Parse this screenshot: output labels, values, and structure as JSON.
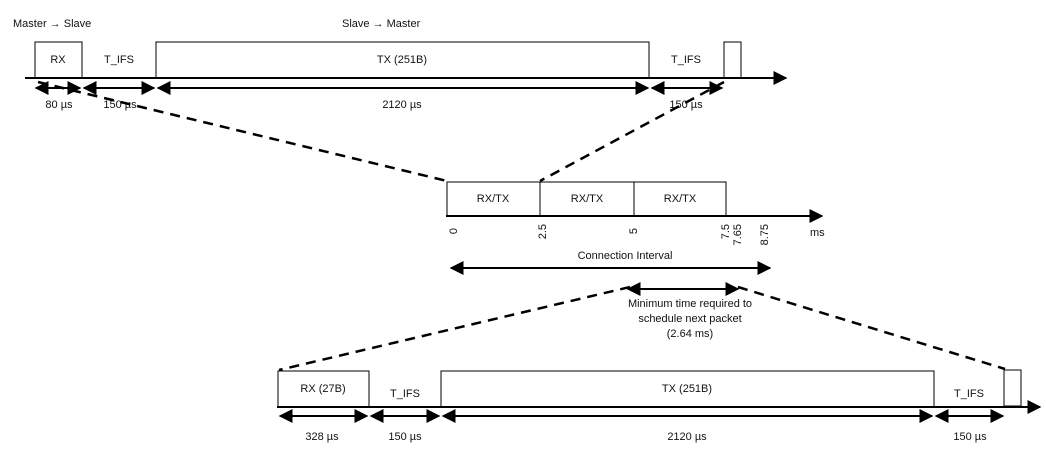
{
  "top": {
    "label_left": "Master → Slave",
    "label_right": "Slave → Master",
    "boxes": [
      "RX",
      "TX (251B)"
    ],
    "gaps": [
      "T_IFS",
      "T_IFS"
    ],
    "durations": [
      "80 µs",
      "150 µs",
      "2120 µs",
      "150 µs"
    ]
  },
  "middle": {
    "boxes": [
      "RX/TX",
      "RX/TX",
      "RX/TX"
    ],
    "ticks": [
      "0",
      "2.5",
      "5",
      "7.5",
      "7.65",
      "8.75"
    ],
    "unit": "ms",
    "interval_label": "Connection Interval",
    "min_time_label": [
      "Minimum time required to",
      "schedule next packet",
      "(2.64 ms)"
    ]
  },
  "bottom": {
    "boxes": [
      "RX (27B)",
      "TX (251B)"
    ],
    "gaps": [
      "T_IFS",
      "T_IFS"
    ],
    "durations": [
      "328 µs",
      "150 µs",
      "2120 µs",
      "150 µs"
    ]
  }
}
